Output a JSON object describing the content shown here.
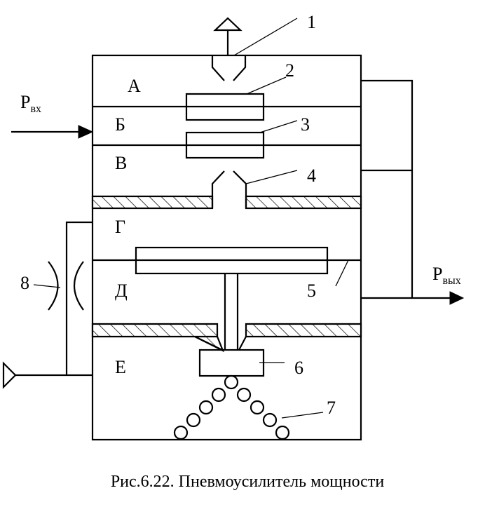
{
  "chambers": [
    "А",
    "Б",
    "В",
    "Г",
    "Д",
    "Е"
  ],
  "callouts": [
    "1",
    "2",
    "3",
    "4",
    "5",
    "6",
    "7",
    "8"
  ],
  "input_pressure": {
    "main": "Р",
    "sub": "вх"
  },
  "output_pressure": {
    "main": "Р",
    "sub": "вых"
  },
  "caption": "Рис.6.22. Пневмоусилитель мощности"
}
